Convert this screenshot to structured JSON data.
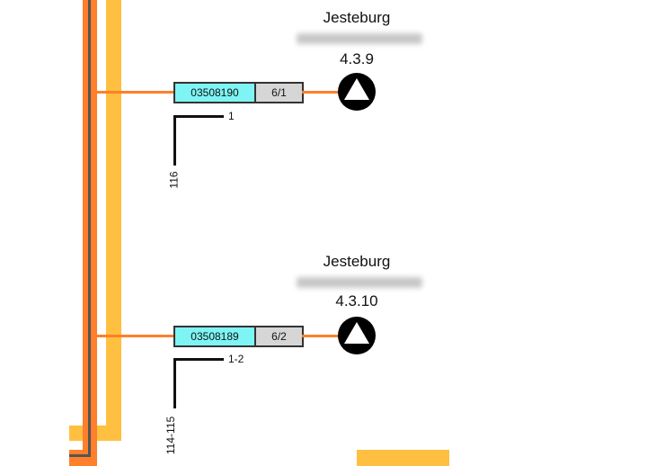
{
  "colors": {
    "fiber_orange": "#ff7f2a",
    "trunk_yellow": "#ffbf40",
    "cable_gray": "#555555",
    "id_cyan": "#7ef4f4",
    "port_gray": "#d6d6d6"
  },
  "nodes": [
    {
      "place": "Jesteburg",
      "code": "4.3.9",
      "cable_id": "03508190",
      "port": "6/1",
      "fiber": "1",
      "tube": "116",
      "icon": "triangle-up-circle-icon"
    },
    {
      "place": "Jesteburg",
      "code": "4.3.10",
      "cable_id": "03508189",
      "port": "6/2",
      "fiber": "1-2",
      "tube": "114-115",
      "icon": "triangle-up-circle-icon"
    }
  ]
}
